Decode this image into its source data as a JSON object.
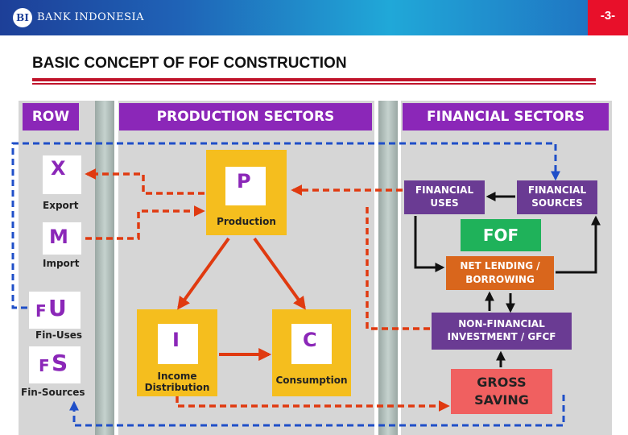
{
  "header": {
    "logo_mark": "BI",
    "logo_text": "BANK INDONESIA",
    "page_number": "-3-"
  },
  "slide_title": "BASIC CONCEPT OF FOF CONSTRUCTION",
  "columns": {
    "row": "ROW",
    "production": "PRODUCTION SECTORS",
    "financial": "FINANCIAL SECTORS"
  },
  "row_items": {
    "x_letter": "X",
    "x_label": "Export",
    "m_letter": "M",
    "m_label": "Import",
    "fu_prefix": "F",
    "fu_letter": "U",
    "fu_label": "Fin-Uses",
    "fs_prefix": "F",
    "fs_letter": "S",
    "fs_label": "Fin-Sources"
  },
  "production": {
    "p_letter": "P",
    "p_label": "Production",
    "i_letter": "I",
    "i_label_1": "Income",
    "i_label_2": "Distribution",
    "c_letter": "C",
    "c_label": "Consumption"
  },
  "financial": {
    "uses_1": "FINANCIAL",
    "uses_2": "USES",
    "sources_1": "FINANCIAL",
    "sources_2": "SOURCES",
    "fof": "FOF",
    "net_1": "NET LENDING /",
    "net_2": "BORROWING",
    "nfi_1": "NON-FINANCIAL",
    "nfi_2": "INVESTMENT / GFCF",
    "gs_1": "GROSS",
    "gs_2": "SAVING"
  },
  "colors": {
    "purple": "#8b27b8",
    "yellow": "#f5be1e",
    "green": "#1fb25a",
    "orange": "#d9661c",
    "salmon": "#f06060",
    "red_arrow": "#e03a10",
    "blue_arrow": "#1f4fc8",
    "black_arrow": "#111111"
  }
}
